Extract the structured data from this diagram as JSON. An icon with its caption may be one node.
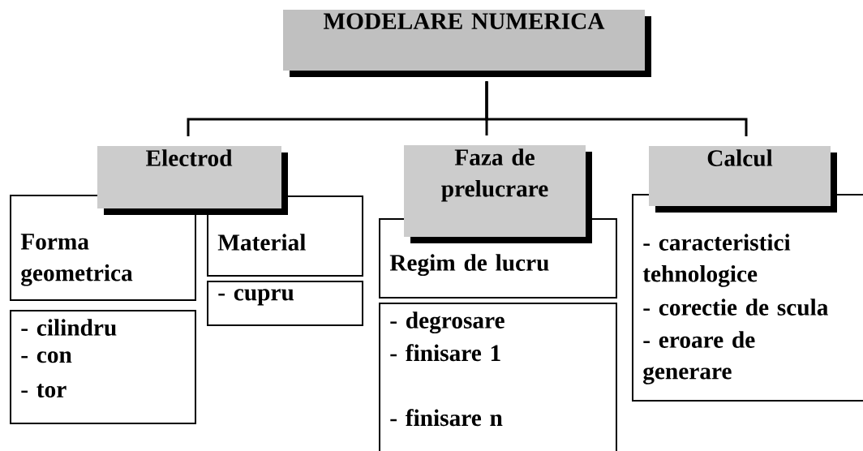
{
  "diagram": {
    "nodes": [
      {
        "text": [
          "MODELARE NUMERICA"
        ]
      },
      {
        "text": [
          "Electrod"
        ]
      },
      {
        "text": [
          "Forma geometrica"
        ]
      },
      {
        "text": [
          "- cilindru",
          "- con",
          "- tor"
        ]
      },
      {
        "text": [
          "Material"
        ]
      },
      {
        "text": [
          "- cupru"
        ]
      },
      {
        "text": [
          "Faza de prelucrare"
        ]
      },
      {
        "text": [
          "Regim de lucru"
        ]
      },
      {
        "text": [
          "- degrosare",
          "- finisare 1",
          "- finisare n"
        ]
      },
      {
        "text": [
          "Calcul"
        ]
      },
      {
        "text": [
          "- caracteristici tehnologice",
          "- corectie de scula",
          "- eroare de generare"
        ]
      }
    ],
    "edges": [
      {
        "from": 0,
        "to": 1,
        "arrow": "none"
      },
      {
        "from": 0,
        "to": 6,
        "arrow": "none"
      },
      {
        "from": 0,
        "to": 9,
        "arrow": "none"
      }
    ]
  }
}
